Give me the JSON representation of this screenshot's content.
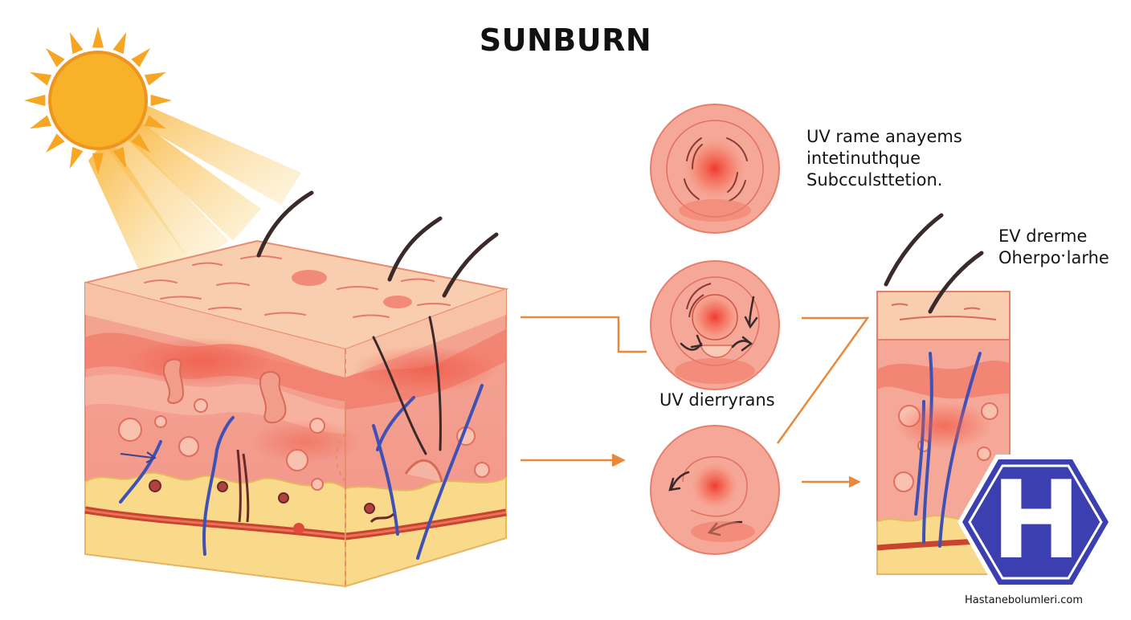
{
  "title": "SUNBURN",
  "labels": {
    "top_right": [
      "UV rame anayems",
      "intetinuthque",
      "Subcculsttetion."
    ],
    "middle": "UV dierryrans",
    "right": [
      "EV drerme",
      "Oherpoˑlarhe"
    ]
  },
  "brand": {
    "letter": "H",
    "site": "Hastanebolumleri.com"
  },
  "icons": {
    "sun": "sun-icon",
    "logo": "hexagon-h-logo"
  },
  "colors": {
    "sun": "#F7B22A",
    "sun_ray": "#F6A623",
    "skin_top": "#F9CDB0",
    "skin_mid": "#F4A193",
    "inflammation": "#F25A4A",
    "fat": "#F9D98A",
    "vein": "#3F51B5",
    "arrow": "#E8883A",
    "logo_blue": "#3B3FAF"
  }
}
